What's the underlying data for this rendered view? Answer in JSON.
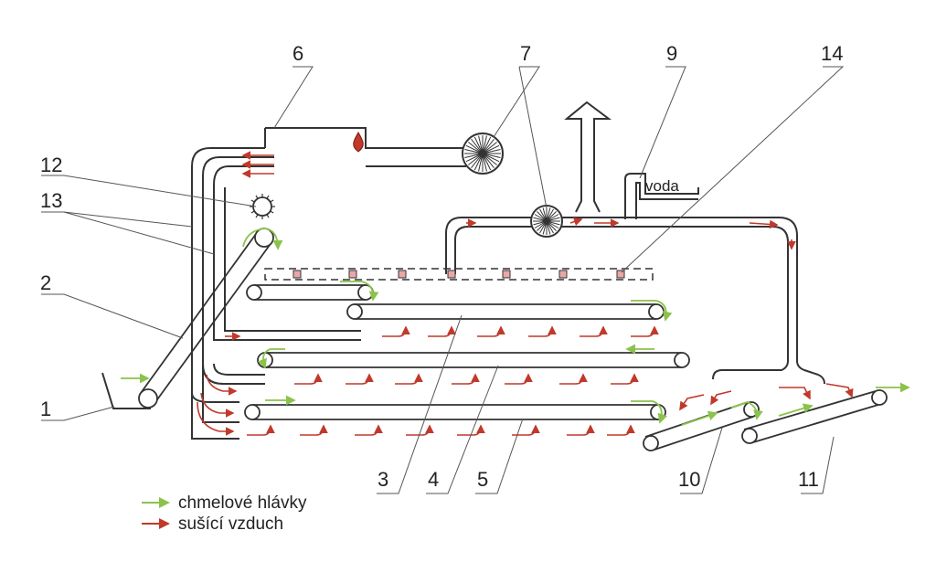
{
  "labels": {
    "l1": "1",
    "l2": "2",
    "l3": "3",
    "l4": "4",
    "l5": "5",
    "l6": "6",
    "l7": "7",
    "l9": "9",
    "l10": "10",
    "l11": "11",
    "l12": "12",
    "l13": "13",
    "l14": "14"
  },
  "water_label": "voda",
  "legend": {
    "hops_label": "chmelové hlávky",
    "air_label": "sušící vzduch"
  },
  "colors": {
    "hops_arrow": "#8bc34a",
    "air_arrow": "#c0392b",
    "line": "#333333",
    "sensor_fill": "#e8a8a8"
  },
  "icons": [
    "flame-icon",
    "fan-icon",
    "heater-icon",
    "exhaust-arrow-icon"
  ]
}
